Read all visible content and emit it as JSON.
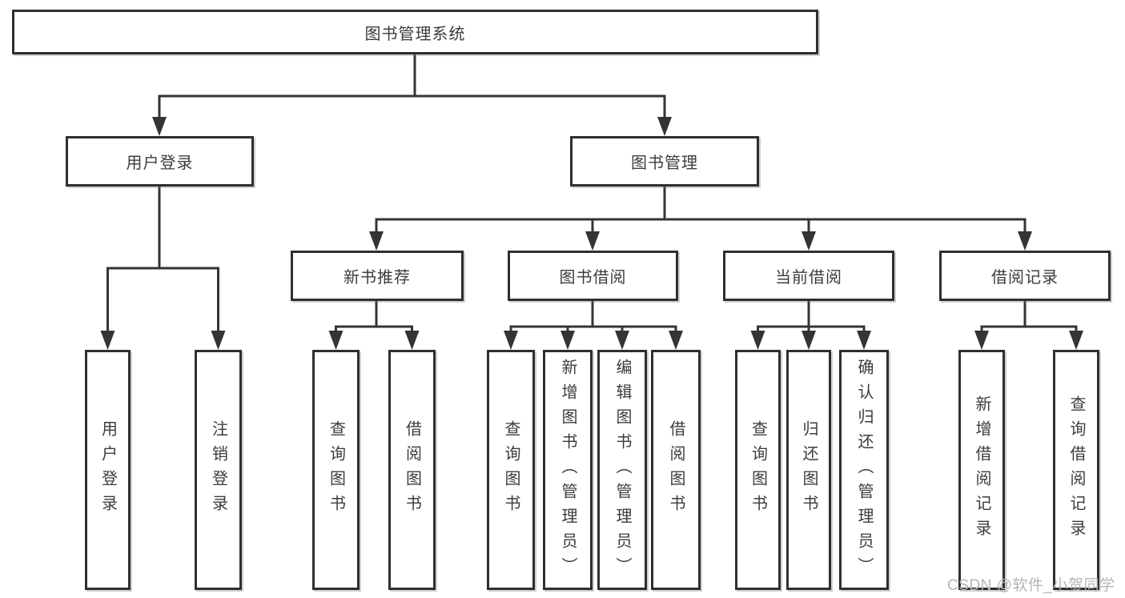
{
  "diagram": {
    "root": "图书管理系统",
    "level2": [
      {
        "label": "用户登录",
        "children": [
          "用户登录",
          "注销登录"
        ]
      },
      {
        "label": "图书管理"
      }
    ],
    "level3": [
      {
        "label": "新书推荐",
        "children": [
          "查询图书",
          "借阅图书"
        ]
      },
      {
        "label": "图书借阅",
        "children": [
          "查询图书",
          "新增图书（管理员）",
          "编辑图书（管理员）",
          "借阅图书"
        ]
      },
      {
        "label": "当前借阅",
        "children": [
          "查询图书",
          "归还图书",
          "确认归还（管理员）"
        ]
      },
      {
        "label": "借阅记录",
        "children": [
          "新增借阅记录",
          "查询借阅记录"
        ]
      }
    ],
    "watermark": "CSDN @软件_小贺同学",
    "colors": {
      "line": "#343434",
      "border": "#2f2f2f",
      "text": "#3c3c3c",
      "background": "#ffffff",
      "watermark": "#b5b5b5"
    }
  }
}
